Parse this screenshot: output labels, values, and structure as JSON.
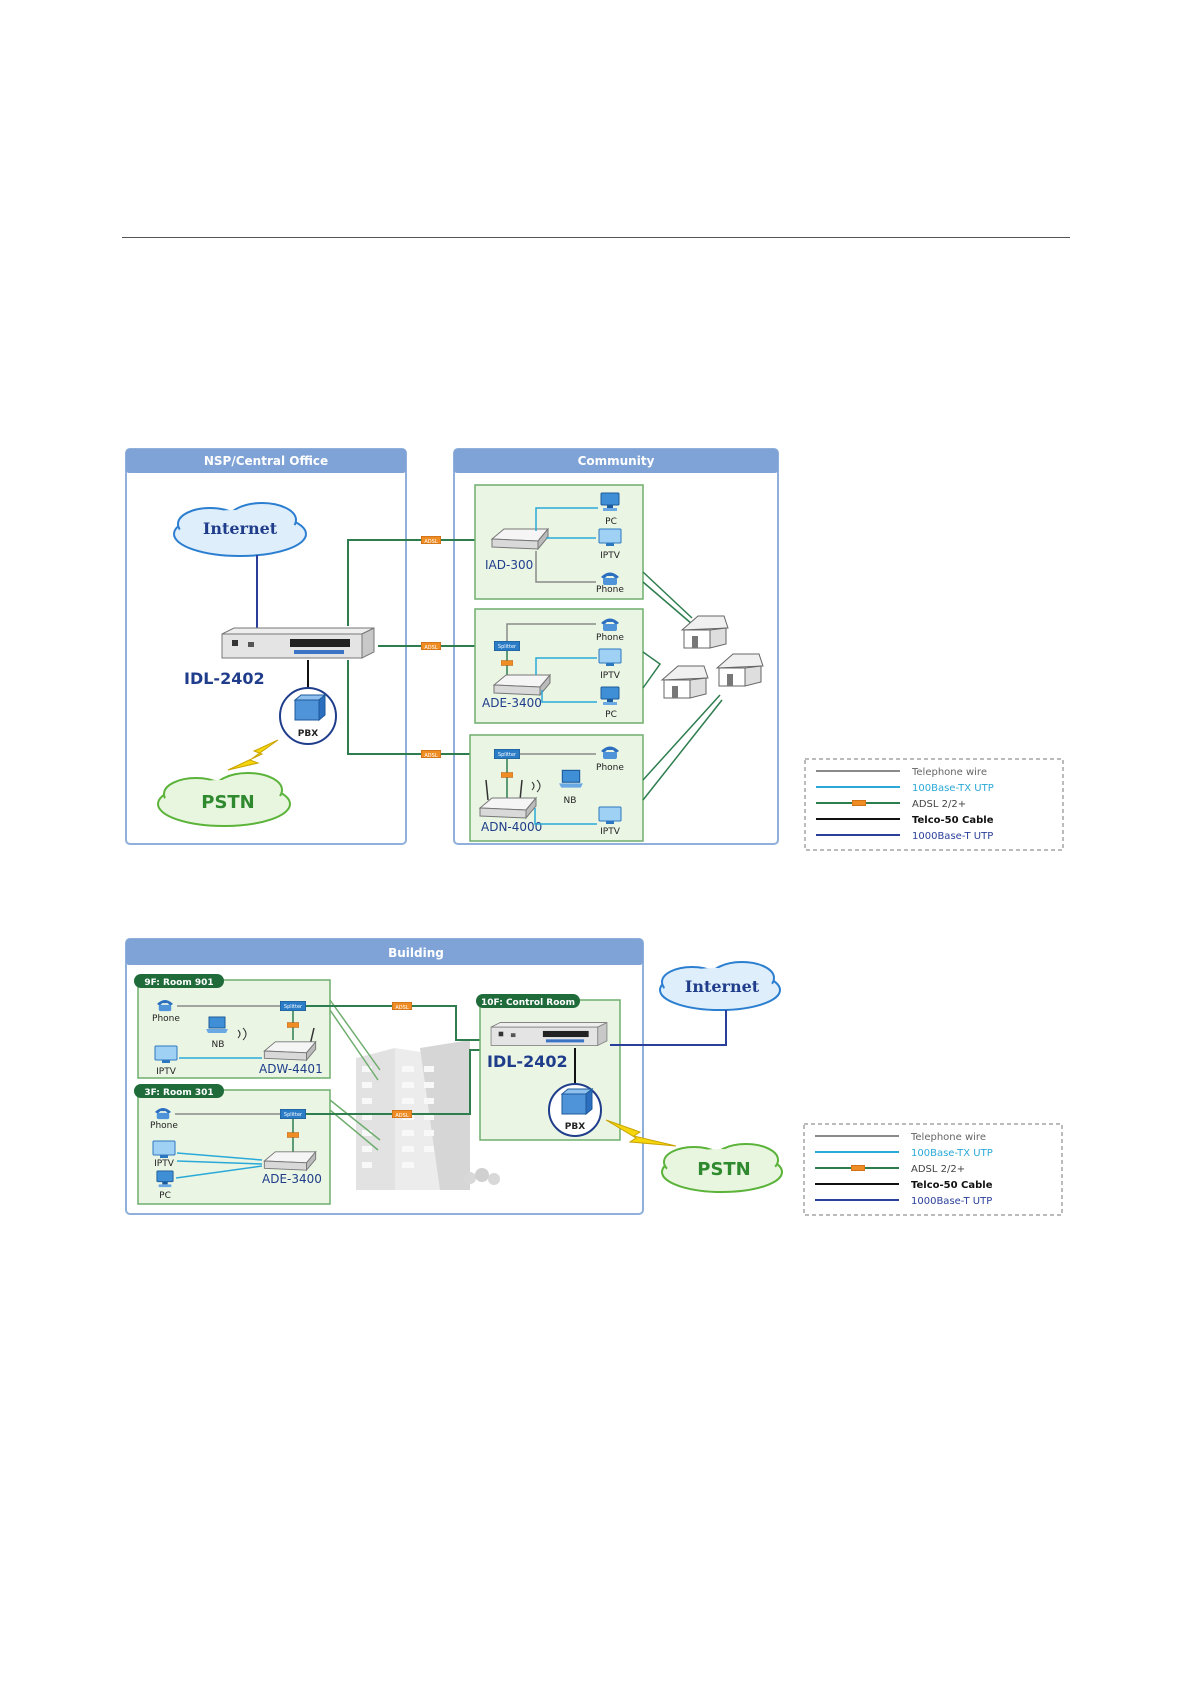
{
  "diagram1": {
    "nsp_header": "NSP/Central Office",
    "community_header": "Community",
    "internet": "Internet",
    "pstn": "PSTN",
    "main_device": "IDL-2402",
    "pbx": "PBX",
    "adsl_tag": "ADSL",
    "iad300": "IAD-300",
    "ade3400": "ADE-3400",
    "adn4000": "ADN-4000",
    "pc": "PC",
    "iptv": "IPTV",
    "phone": "Phone",
    "nb": "NB",
    "splitter": "Splitter"
  },
  "diagram2": {
    "building_header": "Building",
    "room901": "9F: Room 901",
    "room301": "3F: Room 301",
    "control_room": "10F: Control Room",
    "internet": "Internet",
    "pstn": "PSTN",
    "main_device": "IDL-2402",
    "pbx": "PBX",
    "adw4401": "ADW-4401",
    "ade3400": "ADE-3400",
    "phone": "Phone",
    "nb": "NB",
    "iptv": "IPTV",
    "pc": "PC",
    "adsl_tag": "ADSL",
    "splitter": "Splitter"
  },
  "legend": {
    "items": [
      "Telephone wire",
      "100Base-TX UTP",
      "ADSL 2/2+",
      "Telco-50 Cable",
      "1000Base-T UTP"
    ],
    "colors": [
      "#8a8a8a",
      "#2aa9d8",
      "#2e7d4f",
      "#111111",
      "#2a3f9a"
    ]
  }
}
